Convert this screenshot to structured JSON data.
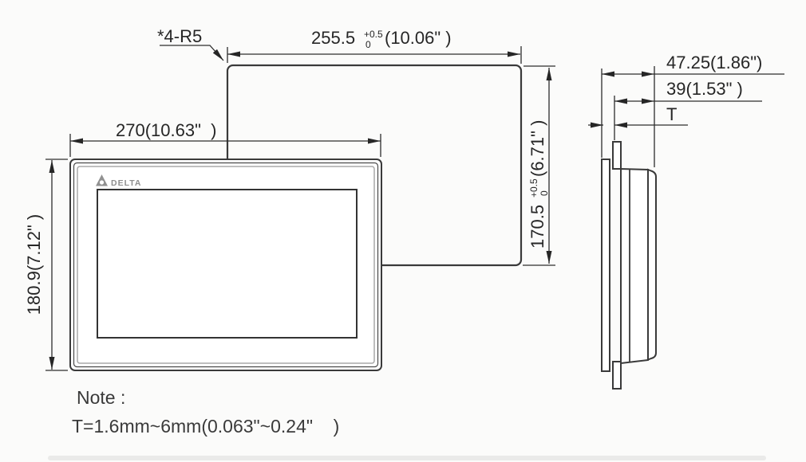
{
  "drawing": {
    "callout": {
      "corner_radius": "*4-R5"
    },
    "cutout": {
      "width_value": "255.5",
      "width_tol_top": "+0.5",
      "width_tol_bottom": "0",
      "width_inches": "(10.06\" )",
      "height_value": "170.5",
      "height_tol_top": "+0.5",
      "height_tol_bottom": "0",
      "height_inches": "(6.71\" )"
    },
    "front": {
      "width": "270(10.63\"  )",
      "height": "180.9(7.12\" )",
      "brand": "DELTA"
    },
    "side": {
      "total_depth": "47.25(1.86\")",
      "behind_panel_depth": "39(1.53\" )",
      "thickness_label": "T"
    },
    "note": {
      "title": "Note :",
      "body": "T=1.6mm~6mm(0.063\"~0.24\"    )"
    },
    "colors": {
      "line": "#3a3a3a",
      "background": "#fbfbfa"
    }
  }
}
